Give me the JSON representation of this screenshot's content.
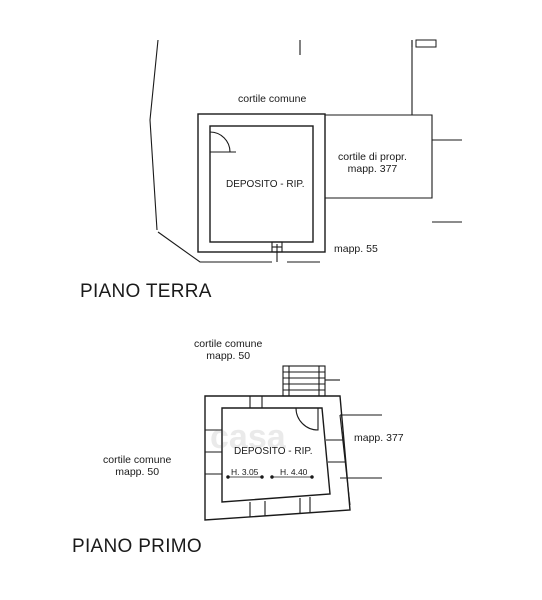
{
  "piano_terra": {
    "label_cortile_comune": "cortile comune",
    "label_cortile_propr_line1": "cortile di propr.",
    "label_cortile_propr_line2": "mapp. 377",
    "label_room": "DEPOSITO - RIP.",
    "label_mapp_55": "mapp. 55",
    "heading": "PIANO TERRA"
  },
  "piano_primo": {
    "label_top_line1": "cortile comune",
    "label_top_line2": "mapp. 50",
    "label_left_line1": "cortile comune",
    "label_left_line2": "mapp. 50",
    "label_mapp_377": "mapp. 377",
    "label_room": "DEPOSITO - RIP.",
    "height_1": "H. 3.05",
    "height_2": "H. 4.40",
    "heading": "PIANO PRIMO"
  },
  "watermark": "casa"
}
